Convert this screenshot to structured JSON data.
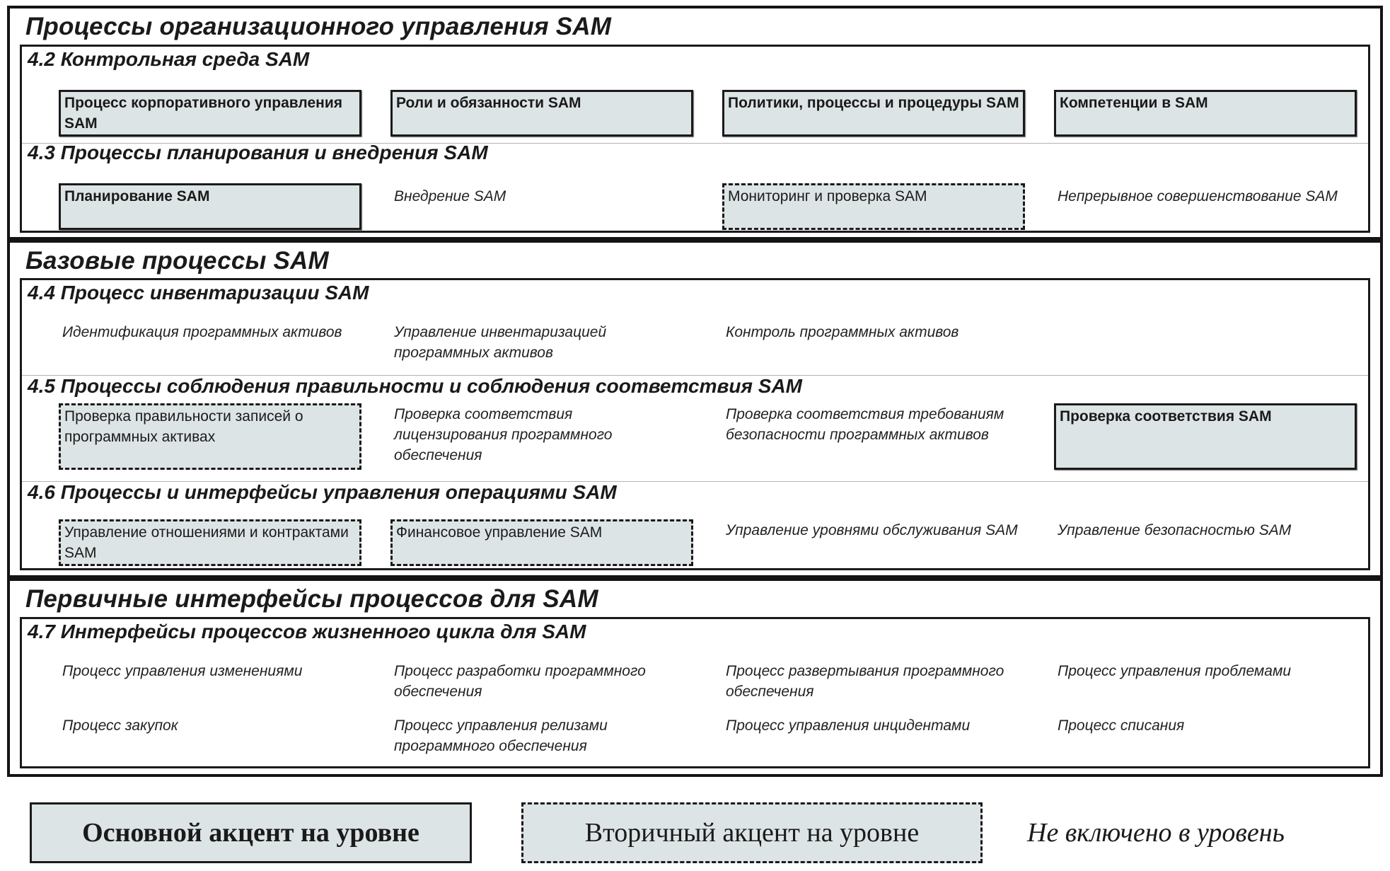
{
  "sections": [
    {
      "title": "Процессы организационного управления SAM",
      "groups": [
        {
          "title": "4.2 Контрольная среда SAM",
          "items": [
            {
              "label": "Процесс корпоративного управления SAM",
              "emphasis": "primary"
            },
            {
              "label": "Роли и обязанности SAM",
              "emphasis": "primary"
            },
            {
              "label": "Политики, процессы и процедуры SAM",
              "emphasis": "primary"
            },
            {
              "label": "Компетенции в SAM",
              "emphasis": "primary"
            }
          ]
        },
        {
          "title": "4.3 Процессы планирования и внедрения SAM",
          "items": [
            {
              "label": "Планирование SAM",
              "emphasis": "primary"
            },
            {
              "label": "Внедрение SAM",
              "emphasis": "none"
            },
            {
              "label": "Мониторинг и проверка SAM",
              "emphasis": "secondary"
            },
            {
              "label": "Непрерывное совершенствование SAM",
              "emphasis": "none"
            }
          ]
        }
      ]
    },
    {
      "title": "Базовые процессы SAM",
      "groups": [
        {
          "title": "4.4 Процесс инвентаризации SAM",
          "items": [
            {
              "label": "Идентификация программных активов",
              "emphasis": "none"
            },
            {
              "label": "Управление инвентаризацией программных активов",
              "emphasis": "none"
            },
            {
              "label": "Контроль программных активов",
              "emphasis": "none"
            }
          ]
        },
        {
          "title": "4.5 Процессы соблюдения правильности и соблюдения соответствия SAM",
          "items": [
            {
              "label": "Проверка правильности записей о программных активах",
              "emphasis": "secondary"
            },
            {
              "label": "Проверка соответствия лицензирования программного обеспечения",
              "emphasis": "none"
            },
            {
              "label": "Проверка соответствия требованиям безопасности программных активов",
              "emphasis": "none"
            },
            {
              "label": "Проверка соответствия SAM",
              "emphasis": "primary"
            }
          ]
        },
        {
          "title": "4.6 Процессы и интерфейсы управления операциями SAM",
          "items": [
            {
              "label": "Управление отношениями и контрактами SAM",
              "emphasis": "secondary"
            },
            {
              "label": "Финансовое управление SAM",
              "emphasis": "secondary"
            },
            {
              "label": "Управление уровнями обслуживания SAM",
              "emphasis": "none"
            },
            {
              "label": "Управление безопасностью SAM",
              "emphasis": "none"
            }
          ]
        }
      ]
    },
    {
      "title": "Первичные интерфейсы процессов для SAM",
      "groups": [
        {
          "title": "4.7 Интерфейсы процессов жизненного цикла для SAM",
          "items": [
            {
              "label": "Процесс управления изменениями",
              "emphasis": "none"
            },
            {
              "label": "Процесс разработки программного обеспечения",
              "emphasis": "none"
            },
            {
              "label": "Процесс развертывания программного обеспечения",
              "emphasis": "none"
            },
            {
              "label": "Процесс управления проблемами",
              "emphasis": "none"
            },
            {
              "label": "Процесс закупок",
              "emphasis": "none"
            },
            {
              "label": "Процесс управления релизами программного обеспечения",
              "emphasis": "none"
            },
            {
              "label": "Процесс управления инцидентами",
              "emphasis": "none"
            },
            {
              "label": "Процесс списания",
              "emphasis": "none"
            }
          ]
        }
      ]
    }
  ],
  "legend": {
    "primary": "Основной акцент на уровне",
    "secondary": "Вторичный акцент на уровне",
    "none": "Не включено в уровень"
  },
  "colors": {
    "box_fill": "#dde4e5",
    "border": "#1a1a1a"
  }
}
